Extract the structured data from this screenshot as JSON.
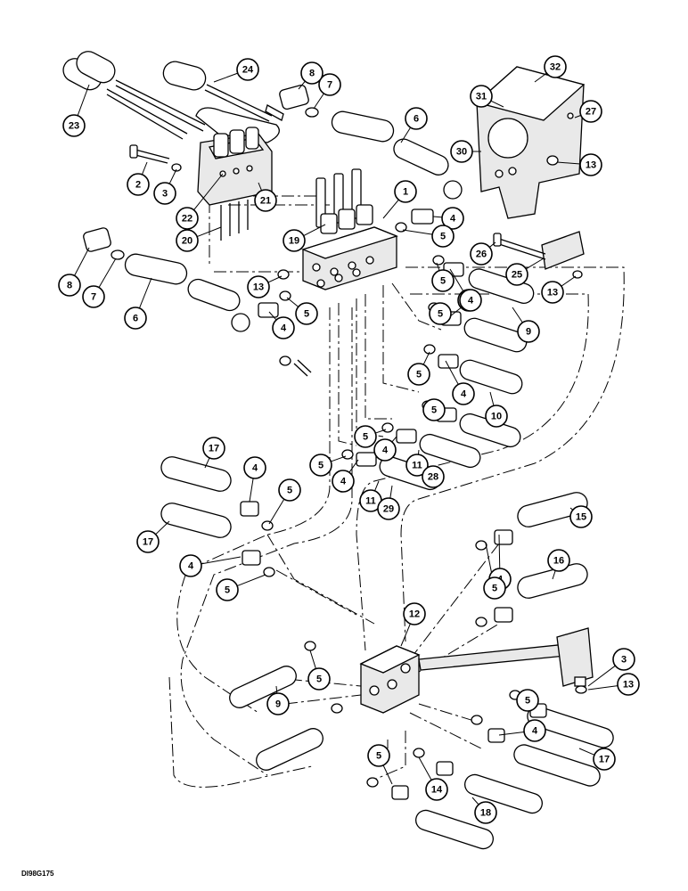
{
  "diagram": {
    "reference_code": "DI98G175",
    "callouts": [
      "1",
      "2",
      "3",
      "4",
      "5",
      "6",
      "7",
      "8",
      "9",
      "10",
      "11",
      "12",
      "13",
      "14",
      "15",
      "16",
      "17",
      "18",
      "19",
      "20",
      "21",
      "22",
      "23",
      "24",
      "25",
      "26",
      "27",
      "28",
      "29",
      "30",
      "31",
      "32"
    ]
  }
}
